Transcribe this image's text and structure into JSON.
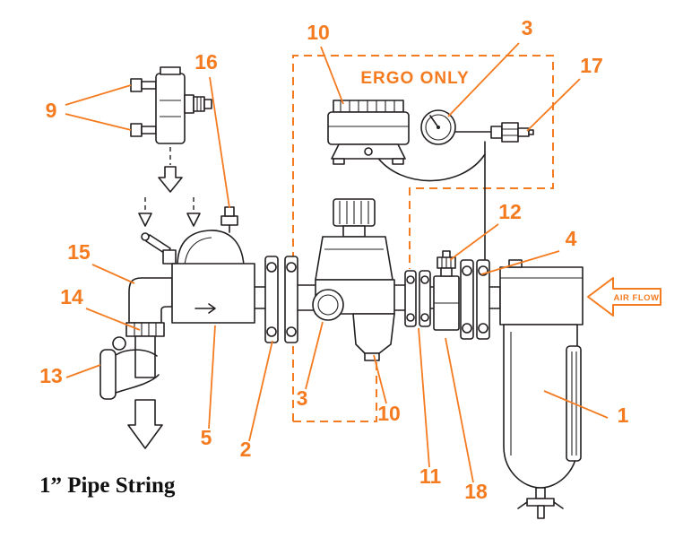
{
  "title": "1” Pipe String",
  "colors": {
    "accent": "#f47b20",
    "line_art": "#231f20",
    "background": "#ffffff"
  },
  "region_labels": {
    "ergo_only": "ERGO ONLY",
    "air_flow": "AIR FLOW"
  },
  "callouts": [
    {
      "label": "9"
    },
    {
      "label": "16"
    },
    {
      "label": "10"
    },
    {
      "label": "3"
    },
    {
      "label": "17"
    },
    {
      "label": "15"
    },
    {
      "label": "14"
    },
    {
      "label": "13"
    },
    {
      "label": "5"
    },
    {
      "label": "2"
    },
    {
      "label": "3"
    },
    {
      "label": "10"
    },
    {
      "label": "12"
    },
    {
      "label": "4"
    },
    {
      "label": "11"
    },
    {
      "label": "18"
    },
    {
      "label": "1"
    }
  ]
}
